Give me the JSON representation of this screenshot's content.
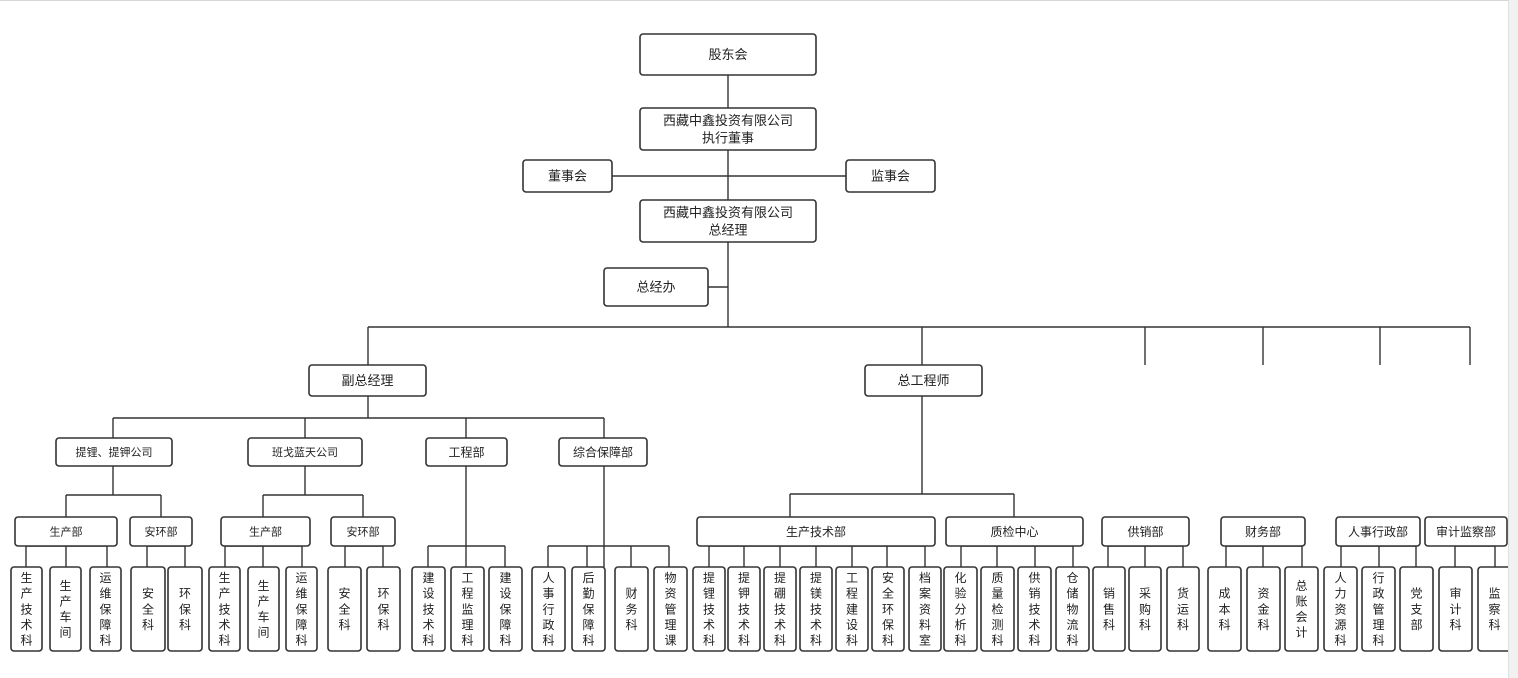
{
  "chart": {
    "shareholders": "股东会",
    "executive_director": [
      "西藏中鑫投资有限公司",
      "执行董事"
    ],
    "board": "董事会",
    "supervisors": "监事会",
    "general_manager": [
      "西藏中鑫投资有限公司",
      "总经理"
    ],
    "gm_office": "总经办",
    "deputy_gm": "副总经理",
    "chief_engineer": "总工程师",
    "companies": [
      {
        "name": "提锂、提钾公司",
        "subunits": [
          {
            "name": "生产部",
            "sections": [
              "生产技术科",
              "生产车间",
              "运维保障科"
            ]
          },
          {
            "name": "安环部",
            "sections": [
              "安全科",
              "环保科"
            ]
          }
        ]
      },
      {
        "name": "班戈蓝天公司",
        "subunits": [
          {
            "name": "生产部",
            "sections": [
              "生产技术科",
              "生产车间",
              "运维保障科"
            ]
          },
          {
            "name": "安环部",
            "sections": [
              "安全科",
              "环保科"
            ]
          }
        ]
      },
      {
        "name": "工程部",
        "sections": [
          "建设技术科",
          "工程监理科",
          "建设保障科"
        ]
      },
      {
        "name": "综合保障部",
        "sections": [
          "人事行政科",
          "后勤保障科",
          "财务科",
          "物资管理课"
        ]
      }
    ],
    "engineering": [
      {
        "name": "生产技术部",
        "sections": [
          "提锂技术科",
          "提钾技术科",
          "提硼技术科",
          "提镁技术科",
          "工程建设科",
          "安全环保科",
          "档案资料室"
        ]
      },
      {
        "name": "质检中心",
        "sections": [
          "化验分析科",
          "质量检测科",
          "供销技术科",
          "仓储物流科"
        ]
      }
    ],
    "departments": [
      {
        "name": "供销部",
        "sections": [
          "销售科",
          "采购科",
          "货运科"
        ]
      },
      {
        "name": "财务部",
        "sections": [
          "成本科",
          "资金科",
          "总账会计"
        ]
      },
      {
        "name": "人事行政部",
        "sections": [
          "人力资源科",
          "行政管理科",
          "党支部"
        ]
      },
      {
        "name": "审计监察部",
        "sections": [
          "审计科",
          "监察科"
        ]
      }
    ]
  }
}
